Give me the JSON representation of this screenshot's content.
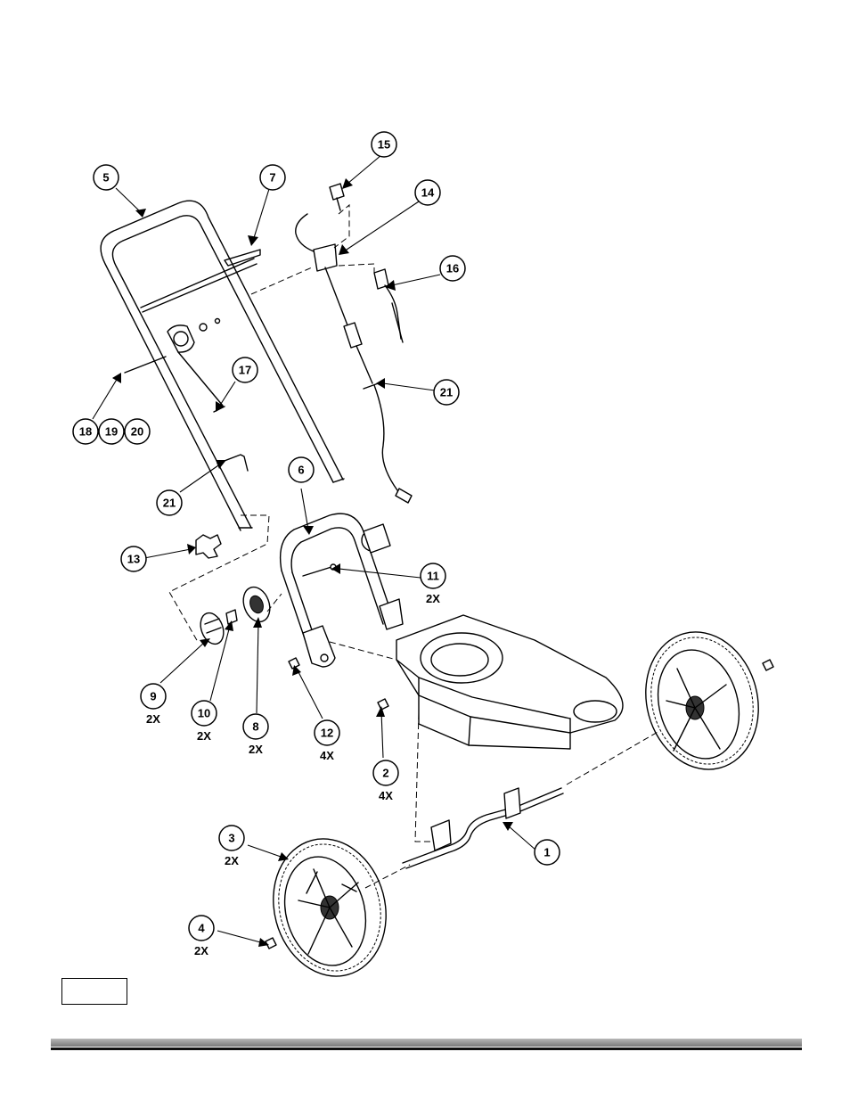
{
  "diagram": {
    "callouts": [
      {
        "id": "5",
        "label": "5",
        "qty": ""
      },
      {
        "id": "7",
        "label": "7",
        "qty": ""
      },
      {
        "id": "15",
        "label": "15",
        "qty": ""
      },
      {
        "id": "14",
        "label": "14",
        "qty": ""
      },
      {
        "id": "16",
        "label": "16",
        "qty": ""
      },
      {
        "id": "21a",
        "label": "21",
        "qty": ""
      },
      {
        "id": "17",
        "label": "17",
        "qty": ""
      },
      {
        "id": "18",
        "label": "18",
        "qty": ""
      },
      {
        "id": "19",
        "label": "19",
        "qty": ""
      },
      {
        "id": "20",
        "label": "20",
        "qty": ""
      },
      {
        "id": "21b",
        "label": "21",
        "qty": ""
      },
      {
        "id": "6",
        "label": "6",
        "qty": ""
      },
      {
        "id": "13",
        "label": "13",
        "qty": ""
      },
      {
        "id": "11",
        "label": "11",
        "qty": "2X"
      },
      {
        "id": "9",
        "label": "9",
        "qty": "2X"
      },
      {
        "id": "10",
        "label": "10",
        "qty": "2X"
      },
      {
        "id": "8",
        "label": "8",
        "qty": "2X"
      },
      {
        "id": "12",
        "label": "12",
        "qty": "4X"
      },
      {
        "id": "2",
        "label": "2",
        "qty": "4X"
      },
      {
        "id": "3",
        "label": "3",
        "qty": "2X"
      },
      {
        "id": "1",
        "label": "1",
        "qty": ""
      },
      {
        "id": "4",
        "label": "4",
        "qty": "2X"
      }
    ]
  },
  "colors": {
    "line": "#000000",
    "footer_bar": "#9a9a9a"
  }
}
